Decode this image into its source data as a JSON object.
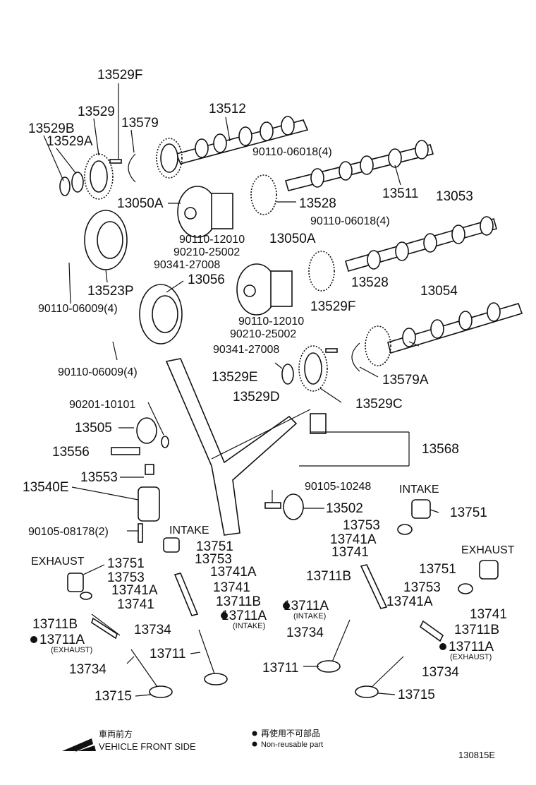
{
  "labels": {
    "p13529F": "13529F",
    "p13529": "13529",
    "p13579": "13579",
    "p13512": "13512",
    "p13529B": "13529B",
    "p13529A": "13529A",
    "p90110_06018_a": "90110-06018(4)",
    "p13511": "13511",
    "p13050A_a": "13050A",
    "p13528_a": "13528",
    "p13053": "13053",
    "p90110_06018_b": "90110-06018(4)",
    "p90110_12010_a": "90110-12010",
    "p90210_25002_a": "90210-25002",
    "p90341_27008_a": "90341-27008",
    "p13050A_b": "13050A",
    "p13528_b": "13528",
    "p13523P": "13523P",
    "p13056": "13056",
    "p90110_06009_a": "90110-06009(4)",
    "p13054": "13054",
    "p90110_12010_b": "90110-12010",
    "p13529F_b": "13529F",
    "p90210_25002_b": "90210-25002",
    "p90341_27008_b": "90341-27008",
    "p90110_06009_b": "90110-06009(4)",
    "p13529E": "13529E",
    "p13579A": "13579A",
    "p13529D": "13529D",
    "p13529C": "13529C",
    "p90201_10101": "90201-10101",
    "p13505": "13505",
    "p13568": "13568",
    "p13556": "13556",
    "p13553": "13553",
    "p13540E": "13540E",
    "p90105_10248": "90105-10248",
    "p13502": "13502",
    "p90105_08178": "90105-08178(2)",
    "intake_r": "INTAKE",
    "p13751_r1": "13751",
    "p13753_r1": "13753",
    "p13741A_r1": "13741A",
    "p13741_r1": "13741",
    "p13711B_r1": "13711B",
    "p13711A_r1": "13711A",
    "intake_r_small": "(INTAKE)",
    "p13734_r1": "13734",
    "p13711_r1": "13711",
    "intake_m": "INTAKE",
    "p13751_m": "13751",
    "p13753_m": "13753",
    "p13741A_m": "13741A",
    "p13741_m": "13741",
    "p13711B_m": "13711B",
    "p13711A_m": "13711A",
    "intake_m_small": "(INTAKE)",
    "p13734_m": "13734",
    "p13711_m": "13711",
    "exhaust_l": "EXHAUST",
    "p13751_l": "13751",
    "p13753_l": "13753",
    "p13741A_l": "13741A",
    "p13741_l": "13741",
    "p13711B_l": "13711B",
    "p13711A_l": "13711A",
    "exhaust_l_small": "(EXHAUST)",
    "p13734_l": "13734",
    "p13715_l": "13715",
    "exhaust_r": "EXHAUST",
    "p13751_rr": "13751",
    "p13753_rr": "13753",
    "p13741A_rr": "13741A",
    "p13741_rr": "13741",
    "p13711B_rr": "13711B",
    "p13711A_rr": "13711A",
    "exhaust_r_small": "(EXHAUST)",
    "p13734_rr": "13734",
    "p13715_rr": "13715"
  },
  "legend": {
    "front_cjk": "車両前方",
    "front_en": "VEHICLE FRONT SIDE",
    "nonreuse_cjk": "再使用不可部品",
    "nonreuse_en": "Non-reusable part"
  },
  "diagram_code": "130815E"
}
